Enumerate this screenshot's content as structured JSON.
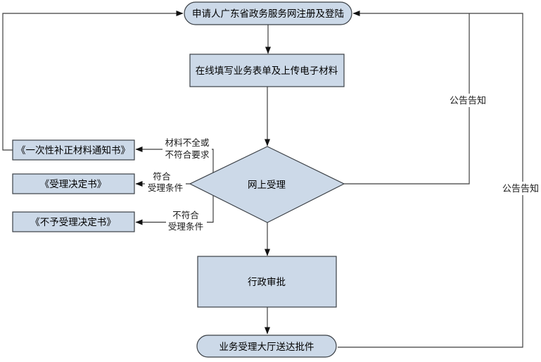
{
  "diagram": {
    "title": "online-service-approval-flowchart",
    "colors": {
      "node_fill": "#ccd9e8",
      "node_border": "#3b4046",
      "line": "#3f3f3f",
      "arrow": "#111111",
      "text": "#000000",
      "background": "#ffffff"
    },
    "nodes": {
      "register": "申请人广东省政务服务网注册及登陆",
      "fill_form": "在线填写业务表单及上传电子材料",
      "online_review": "网上受理",
      "supplement_notice": "《一次性补正材料通知书》",
      "accept_decision": "《受理决定书》",
      "reject_decision": "《不予受理决定书》",
      "admin_approval": "行政审批",
      "hall_delivery": "业务受理大厅送达批件"
    },
    "edge_labels": {
      "incomplete_line1": "材料不全或",
      "incomplete_line2": "不符合要求",
      "meet_line1": "符合",
      "meet_line2": "受理条件",
      "notmeet_line1": "不符合",
      "notmeet_line2": "受理条件",
      "announce_inner": "公告告知",
      "announce_outer": "公告告知"
    }
  }
}
